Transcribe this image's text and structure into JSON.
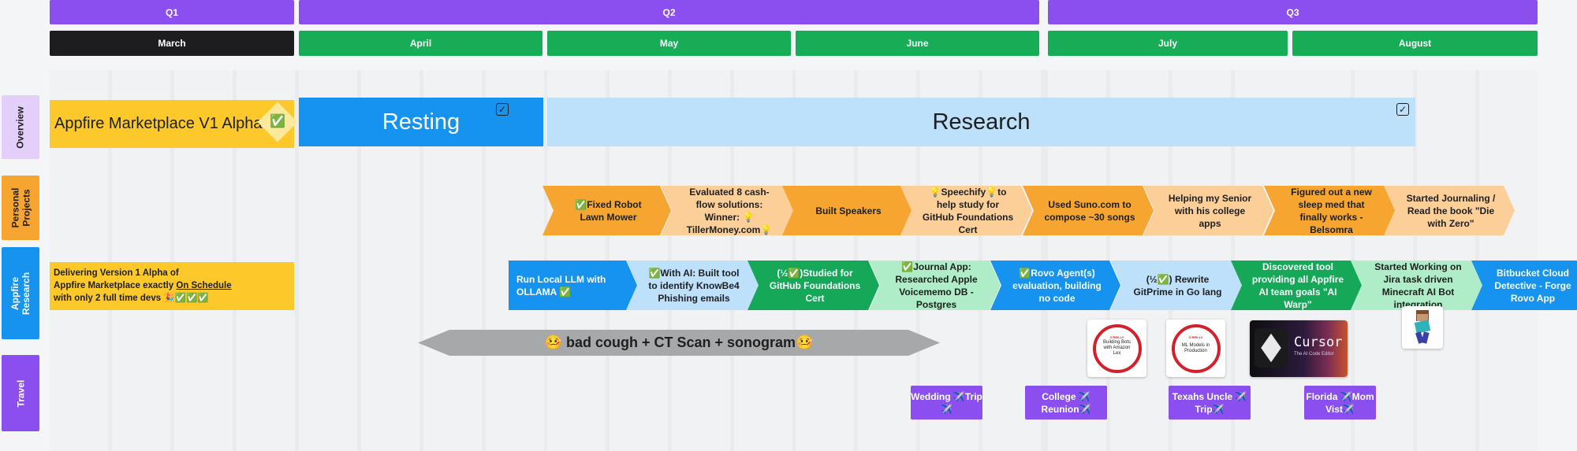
{
  "quarters": [
    "Q1",
    "Q2",
    "Q3"
  ],
  "months": [
    "March",
    "April",
    "May",
    "June",
    "July",
    "August"
  ],
  "lanes": [
    "Overview",
    "Personal Projects",
    "Appfire Research",
    "Travel"
  ],
  "overview": {
    "alpha": "Appfire Marketplace V1 Alpha",
    "alpha_check": "✅",
    "resting": "Resting",
    "research": "Research",
    "check_mark": "✓"
  },
  "personal": [
    "✅Fixed Robot Lawn Mower",
    "Evaluated 8 cash-flow solutions: Winner: 💡TillerMoney.com💡",
    "Built Speakers",
    "💡Speechify💡to help study for GitHub Foundations Cert",
    "Used Suno.com to compose ~30 songs",
    "Helping my Senior with his college apps",
    "Figured out a new sleep med that finally works - Belsomra",
    "Started Journaling / Read the book \"Die with Zero\""
  ],
  "research": {
    "delivery_line1": "Delivering Version 1 Alpha of",
    "delivery_line2": "Appfire Marketplace exactly",
    "delivery_link": "On Schedule",
    "delivery_line3": "with only 2 full time devs 🎉✅✅✅",
    "items": [
      "Run Local LLM with OLLAMA ✅",
      "✅With AI: Built tool to identify KnowBe4 Phishing emails",
      "(½✅)Studied for GitHub Foundations Cert",
      "✅Journal App: Researched Apple Voicememo DB - Postgres",
      "✅Rovo Agent(s) evaluation, building no code",
      "(½✅) Rewrite GitPrime in Go lang",
      "Discovered tool providing all Appfire AI team goals \"AI Warp\"",
      "Started Working on Jira task driven Minecraft AI Bot integration",
      "Bitbucket Cloud Detective - Forge Rovo App"
    ]
  },
  "health_bar": "🤒 bad cough + CT Scan + sonogram🤒",
  "travel": [
    "Wedding ✈️Trip✈️",
    "College ✈️Reunion✈️",
    "Texahs Uncle ✈️Trip✈️",
    "Florida ✈️Mom Vist✈️"
  ],
  "thumbnails": {
    "book1_brand": "O'REILLY",
    "book1_title": "Building Bots with Amazon Lex",
    "book2_brand": "O'REILLY",
    "book2_title": "ML Models in Production",
    "cursor_title": "Cursor",
    "cursor_sub": "The AI Code Editor"
  },
  "colors": {
    "quarter": "#8b4ff0",
    "month": "#17ad57",
    "march": "#1d1d1f",
    "alpha_yellow": "#fcc82a",
    "resting_blue": "#1593ee",
    "research_light_blue": "#bde0fb",
    "travel": "#8b4ff0"
  }
}
